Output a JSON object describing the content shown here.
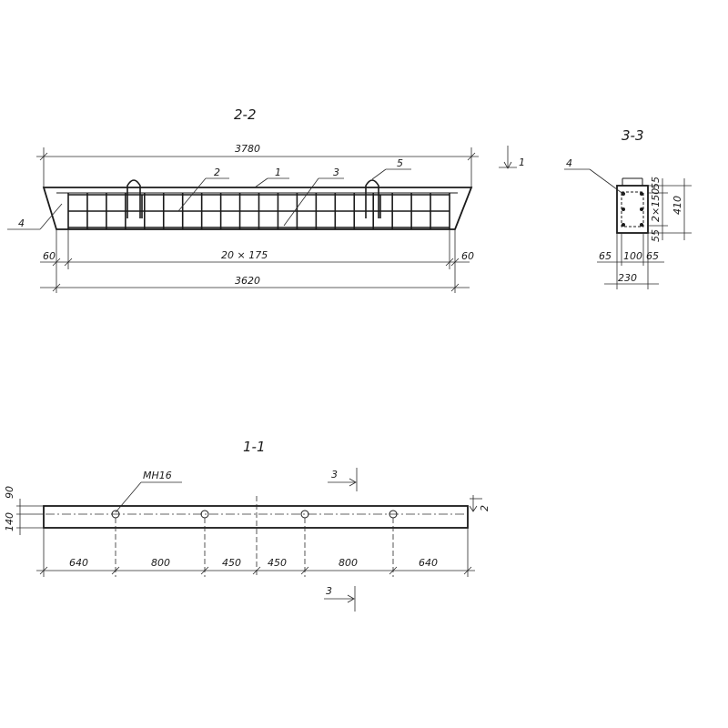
{
  "section_2_2": {
    "title": "2-2",
    "overall_length": "3780",
    "bottom_length": "3620",
    "end_left": "60",
    "end_right": "60",
    "spacing": "20 × 175",
    "callout_1": "1",
    "callout_2": "2",
    "callout_3": "3",
    "callout_4": "4",
    "callout_5": "5",
    "cut_marker": "1"
  },
  "section_3_3": {
    "title": "3-3",
    "callout_4": "4",
    "dim_top": "55",
    "dim_mid": "2×150",
    "dim_bottom": "55",
    "dim_height": "410",
    "dim_left": "65",
    "dim_center": "100",
    "dim_right": "65",
    "dim_width": "230"
  },
  "section_1_1": {
    "title": "1-1",
    "hole_label": "МН16",
    "dim_90": "90",
    "dim_140": "140",
    "cut_marker_top": "3",
    "cut_marker_bottom": "3",
    "cut_marker_right": "2",
    "segments": [
      "640",
      "800",
      "450",
      "450",
      "800",
      "640"
    ]
  }
}
